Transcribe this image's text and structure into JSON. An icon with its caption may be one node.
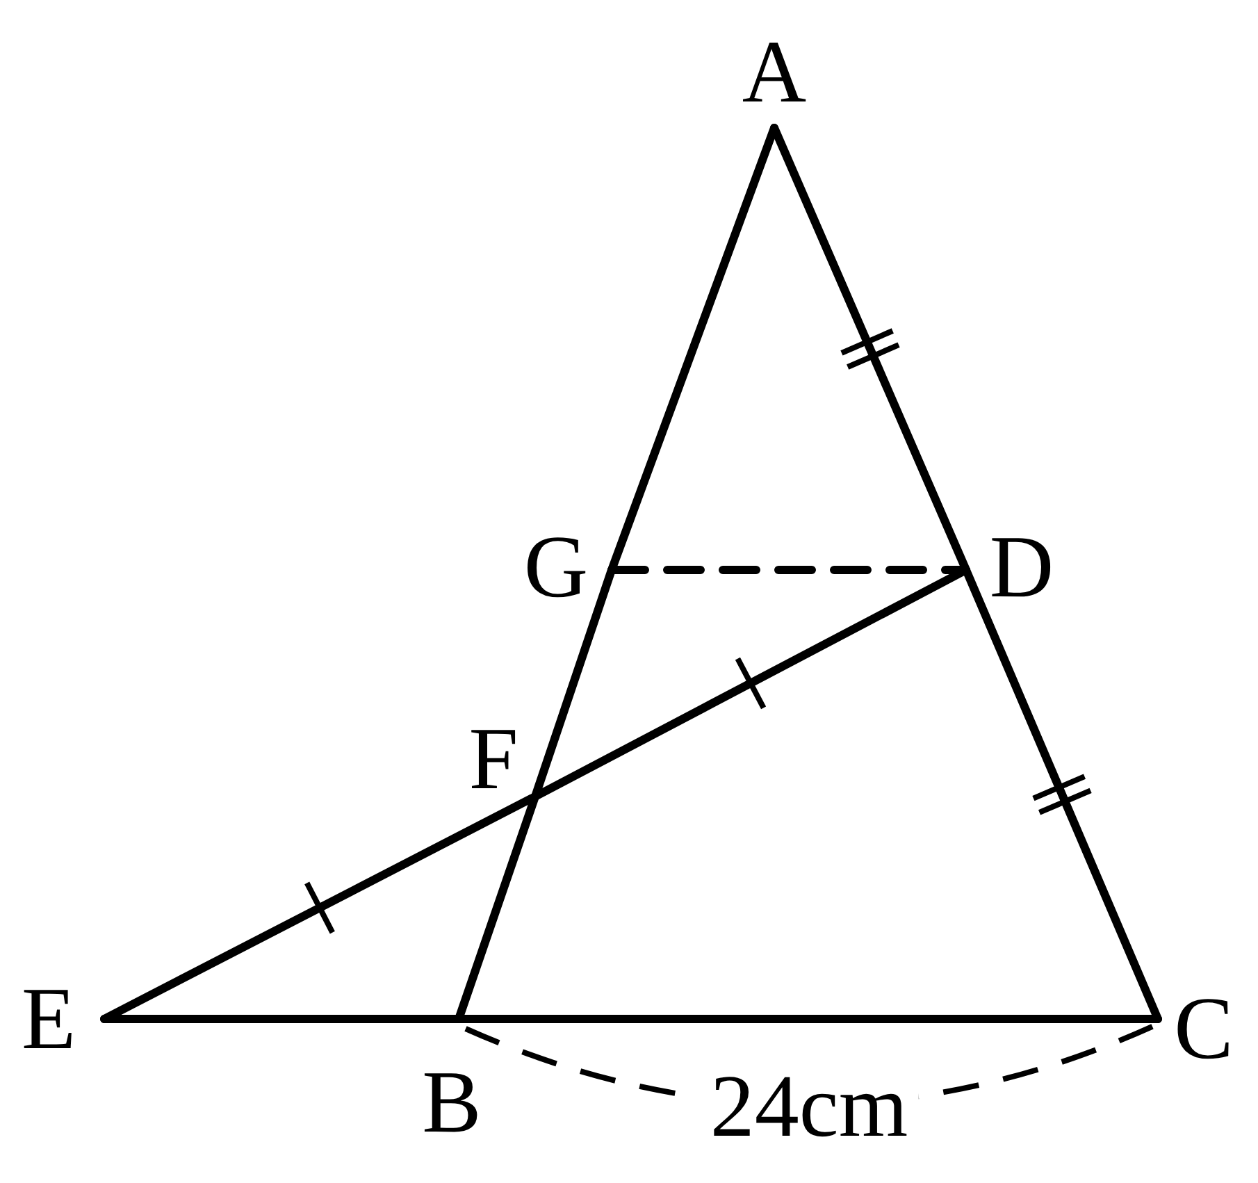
{
  "diagram": {
    "nodes": [
      {
        "text": [
          "A"
        ]
      },
      {
        "text": [
          "G"
        ]
      },
      {
        "text": [
          "D"
        ]
      },
      {
        "text": [
          "F"
        ]
      },
      {
        "text": [
          "E"
        ]
      },
      {
        "text": [
          "B"
        ]
      },
      {
        "text": [
          "C"
        ]
      }
    ],
    "edges": [
      {
        "from": 0,
        "to": 1,
        "arrow": "none"
      },
      {
        "from": 1,
        "to": 3,
        "arrow": "none"
      },
      {
        "from": 3,
        "to": 5,
        "arrow": "none"
      },
      {
        "from": 0,
        "to": 2,
        "arrow": "none"
      },
      {
        "from": 2,
        "to": 6,
        "arrow": "none"
      },
      {
        "from": 4,
        "to": 5,
        "arrow": "none"
      },
      {
        "from": 5,
        "to": 6,
        "arrow": "none"
      },
      {
        "from": 4,
        "to": 3,
        "arrow": "none"
      },
      {
        "from": 3,
        "to": 2,
        "arrow": "none"
      },
      {
        "from": 1,
        "to": 2,
        "arrow": "none",
        "style": "dashed"
      }
    ],
    "labels": [
      "24cm"
    ]
  }
}
